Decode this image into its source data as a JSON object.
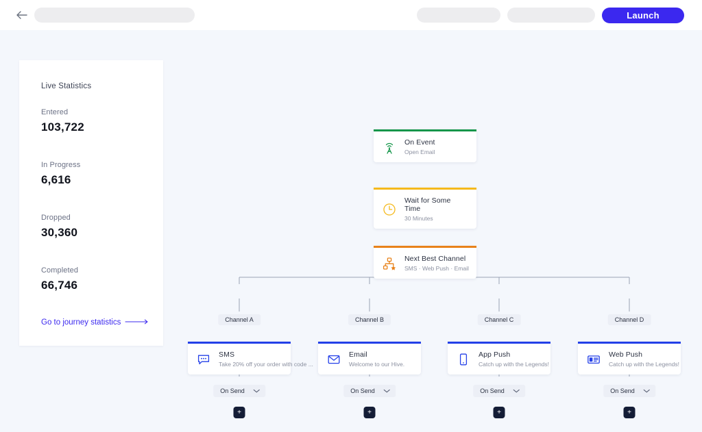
{
  "topbar": {
    "back_icon": "arrow-left-icon",
    "title_placeholder": "",
    "launch_label": "Launch",
    "accent_color": "#3b28ef"
  },
  "sidebar": {
    "title": "Live Statistics",
    "stats": [
      {
        "label": "Entered",
        "value": "103,722"
      },
      {
        "label": "In Progress",
        "value": "6,616"
      },
      {
        "label": "Dropped",
        "value": "30,360"
      },
      {
        "label": "Completed",
        "value": "66,746"
      }
    ],
    "link_label": "Go to journey statistics",
    "link_icon": "arrow-right-icon",
    "link_color": "#3b28ef"
  },
  "flow": {
    "trigger": {
      "title": "On Event",
      "subtitle": "Open Email",
      "icon": "broadcast-tower-icon",
      "accent": "#14964a"
    },
    "wait": {
      "title": "Wait for Some Time",
      "subtitle": "30 Minutes",
      "icon": "clock-icon",
      "accent": "#f5b91b"
    },
    "next_best_channel": {
      "title": "Next Best Channel",
      "subtitle": "SMS · Web Push · Email",
      "icon": "branch-star-icon",
      "accent": "#e8821a"
    },
    "channels": [
      {
        "tag": "Channel A",
        "title": "SMS",
        "subtitle": "Take 20% off your order with code ...",
        "icon": "chat-bubble-icon",
        "accent": "#2440e8",
        "trigger_label": "On Send",
        "trigger_icon": "chevron-down-icon",
        "add_label": "+"
      },
      {
        "tag": "Channel B",
        "title": "Email",
        "subtitle": "Welcome to our Hive.",
        "icon": "envelope-icon",
        "accent": "#2440e8",
        "trigger_label": "On Send",
        "trigger_icon": "chevron-down-icon",
        "add_label": "+"
      },
      {
        "tag": "Channel C",
        "title": "App Push",
        "subtitle": "Catch up with the Legends!",
        "icon": "mobile-phone-icon",
        "accent": "#2440e8",
        "trigger_label": "On Send",
        "trigger_icon": "chevron-down-icon",
        "add_label": "+"
      },
      {
        "tag": "Channel D",
        "title": "Web Push",
        "subtitle": "Catch up with the Legends!",
        "icon": "browser-notification-icon",
        "accent": "#2440e8",
        "trigger_label": "On Send",
        "trigger_icon": "chevron-down-icon",
        "add_label": "+"
      }
    ]
  }
}
